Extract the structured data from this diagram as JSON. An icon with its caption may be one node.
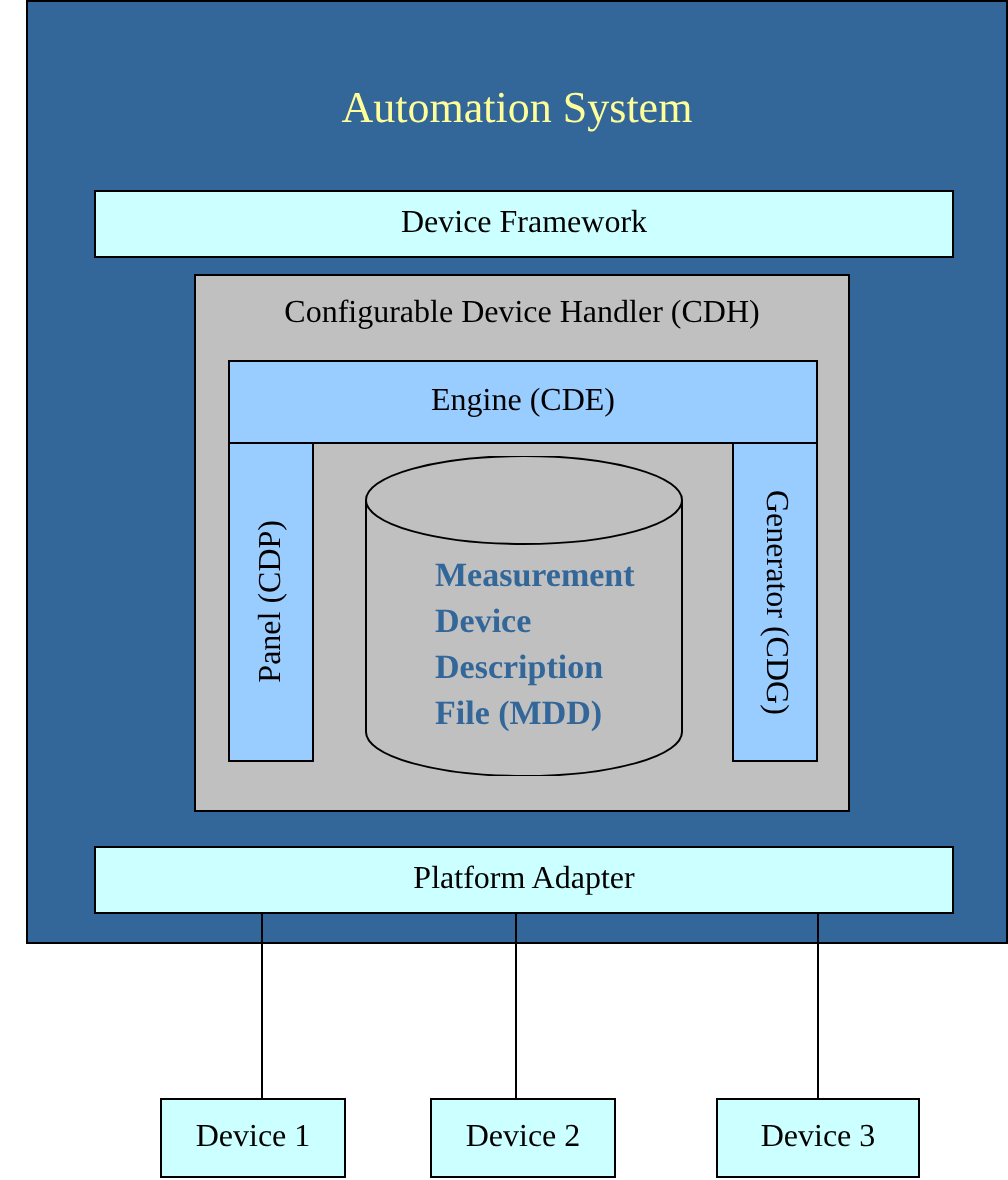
{
  "diagram": {
    "nodes": [
      {
        "text": [
          "Automation System"
        ]
      },
      {
        "text": [
          "Device Framework"
        ],
        "in": 0
      },
      {
        "text": [
          "Configurable Device Handler (CDH)"
        ],
        "in": 0
      },
      {
        "text": [
          "Engine (CDE)"
        ],
        "in": 2
      },
      {
        "text": [
          "Panel (CDP)"
        ],
        "in": 2
      },
      {
        "text": [
          "Measurement Device Description File (MDD)"
        ],
        "in": 2
      },
      {
        "text": [
          "Generator (CDG)"
        ],
        "in": 2
      },
      {
        "text": [
          "Platform Adapter"
        ],
        "in": 0
      },
      {
        "text": [
          "Device 1"
        ]
      },
      {
        "text": [
          "Device 2"
        ]
      },
      {
        "text": [
          "Device 3"
        ]
      }
    ],
    "edges": [
      {
        "from": 7,
        "to": 8,
        "arrow": "none"
      },
      {
        "from": 7,
        "to": 9,
        "arrow": "none"
      },
      {
        "from": 7,
        "to": 10,
        "arrow": "none"
      }
    ]
  }
}
